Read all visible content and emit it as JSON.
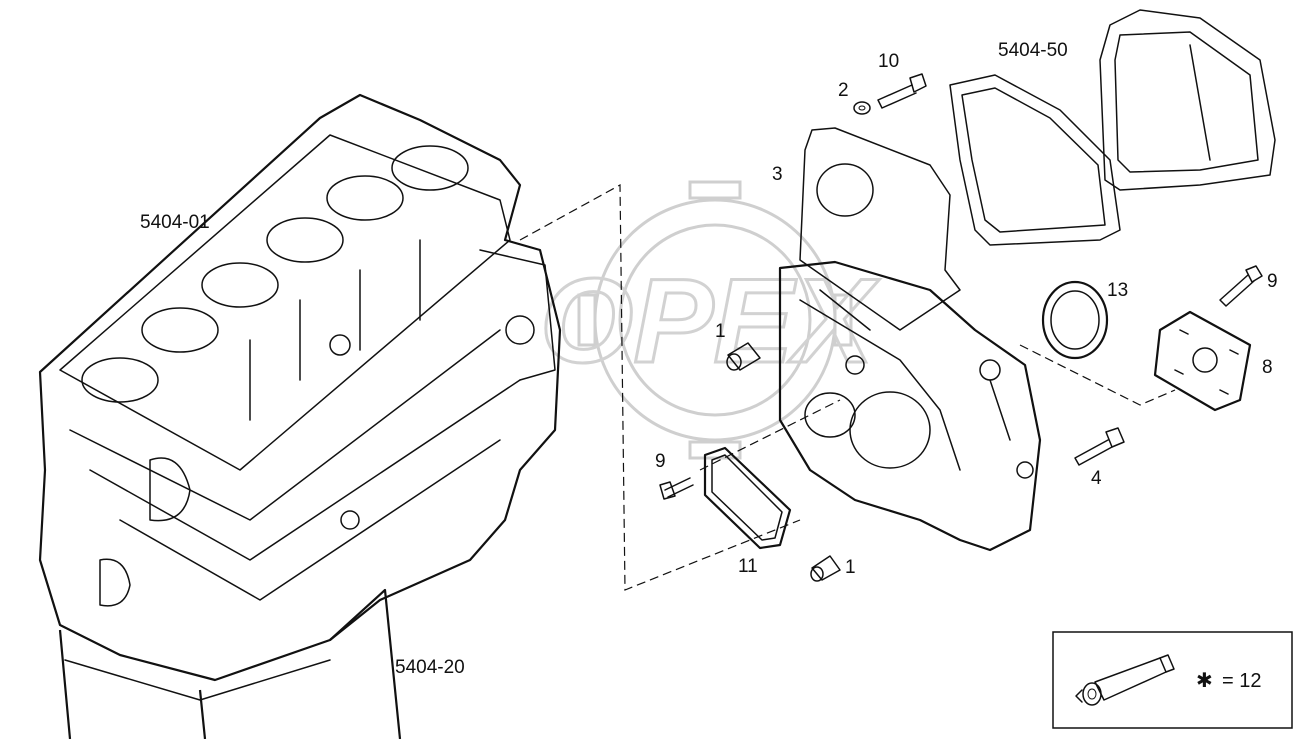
{
  "watermark": {
    "text": "OPEX"
  },
  "references": {
    "block": "5404-01",
    "sump": "5404-20",
    "cover_gasket": "5404-50"
  },
  "callouts": [
    {
      "id": "c10",
      "label": "10"
    },
    {
      "id": "c2",
      "label": "2"
    },
    {
      "id": "c3",
      "label": "3"
    },
    {
      "id": "c13",
      "label": "13"
    },
    {
      "id": "c9a",
      "label": "9"
    },
    {
      "id": "c8",
      "label": "8"
    },
    {
      "id": "c1a",
      "label": "1"
    },
    {
      "id": "c4",
      "label": "4"
    },
    {
      "id": "c9b",
      "label": "9"
    },
    {
      "id": "c11",
      "label": "11"
    },
    {
      "id": "c1b",
      "label": "1"
    }
  ],
  "legend": {
    "symbol": "✱",
    "text": "= 12"
  }
}
